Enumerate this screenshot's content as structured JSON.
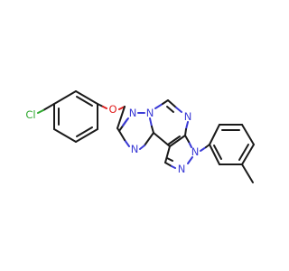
{
  "molecule": {
    "atoms": {
      "cl": {
        "label": "Cl",
        "color": "#2ea82e"
      },
      "o": {
        "label": "O",
        "color": "#e02020"
      },
      "n1": {
        "label": "N",
        "color": "#3b3bd6"
      },
      "n2": {
        "label": "N",
        "color": "#3b3bd6"
      },
      "n3": {
        "label": "N",
        "color": "#3b3bd6"
      },
      "n4": {
        "label": "N",
        "color": "#3b3bd6"
      },
      "n5": {
        "label": "N",
        "color": "#3b3bd6"
      },
      "n6": {
        "label": "N",
        "color": "#3b3bd6"
      }
    }
  }
}
